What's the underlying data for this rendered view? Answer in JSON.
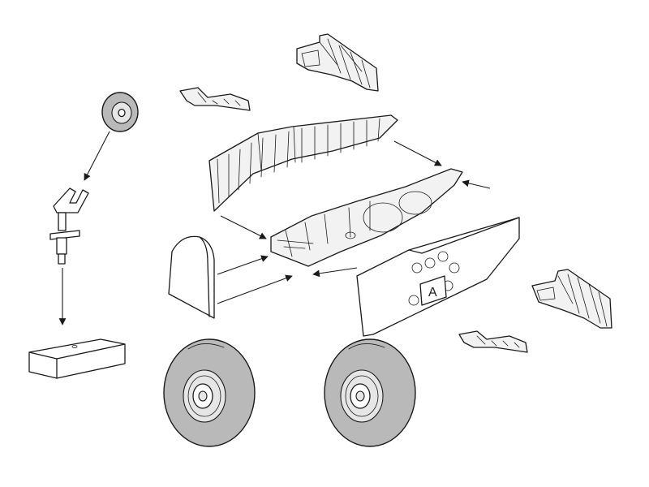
{
  "figure": {
    "parts": [
      "tail-wheel",
      "tail-wheel-fork",
      "resin-block",
      "bulkhead",
      "upper-wheel-bay-panel",
      "wheel-bay-floor",
      "wheel-bay-side-panel",
      "gear-leg-bracket",
      "main-wheel"
    ],
    "panel_label": "A"
  }
}
